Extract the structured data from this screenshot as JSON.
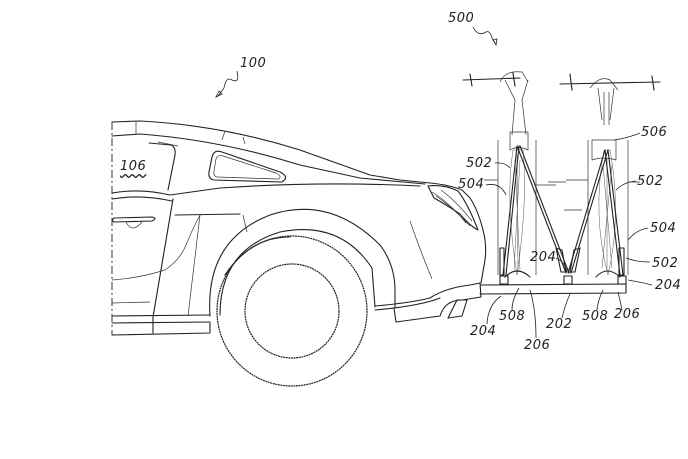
{
  "figure": {
    "title": "Vehicle with rear hitch-mounted bicycle carrier",
    "reference_numerals": {
      "vehicle": "100",
      "rear_side_window": "106",
      "bicycle_carrier_assembly": "500",
      "hitch_bar": "202",
      "upright_post": "204",
      "wheel_cradle": "206",
      "support_arm": "502",
      "arm_extension": "504",
      "bicycle": "506",
      "wheel_strap": "508"
    },
    "labels": [
      {
        "id": "lbl-100",
        "text": "100"
      },
      {
        "id": "lbl-106",
        "text": "106"
      },
      {
        "id": "lbl-500",
        "text": "500"
      },
      {
        "id": "lbl-506",
        "text": "506"
      },
      {
        "id": "lbl-502-a",
        "text": "502"
      },
      {
        "id": "lbl-504-a",
        "text": "504"
      },
      {
        "id": "lbl-502-b",
        "text": "502"
      },
      {
        "id": "lbl-504-b",
        "text": "504"
      },
      {
        "id": "lbl-204-a",
        "text": "204"
      },
      {
        "id": "lbl-502-c",
        "text": "502"
      },
      {
        "id": "lbl-204-b",
        "text": "204"
      },
      {
        "id": "lbl-204-c",
        "text": "204"
      },
      {
        "id": "lbl-508-a",
        "text": "508"
      },
      {
        "id": "lbl-206-a",
        "text": "206"
      },
      {
        "id": "lbl-202",
        "text": "202"
      },
      {
        "id": "lbl-508-b",
        "text": "508"
      },
      {
        "id": "lbl-206-b",
        "text": "206"
      }
    ]
  }
}
